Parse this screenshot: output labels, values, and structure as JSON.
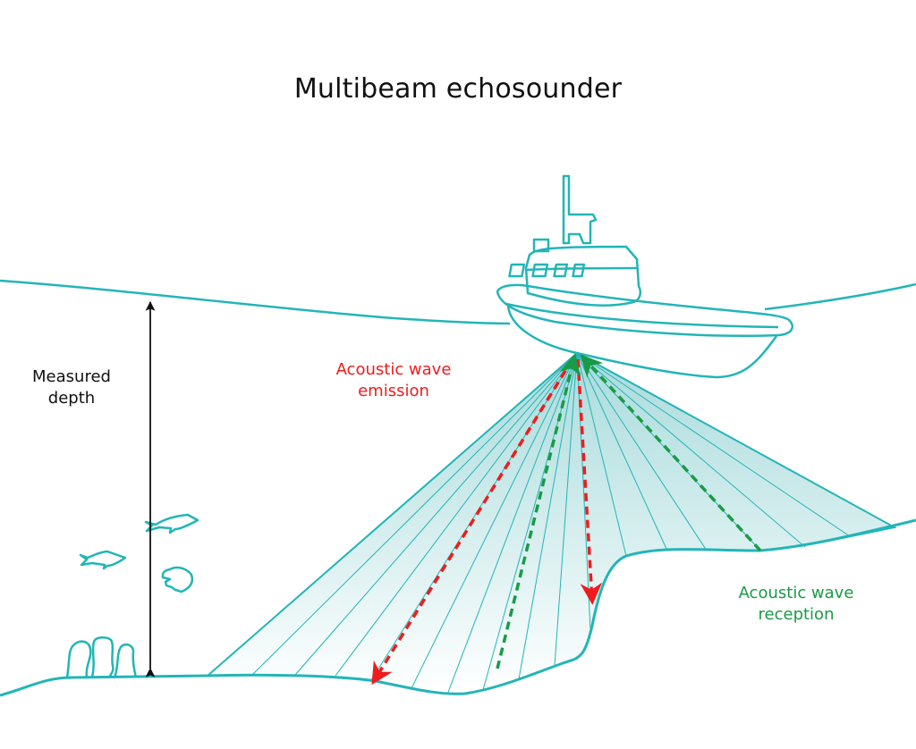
{
  "title": "Multibeam echosounder",
  "labels": {
    "measured_depth": "Measured depth",
    "emission": "Acoustic wave emission",
    "reception": "Acoustic wave reception"
  },
  "colors": {
    "outline": "#23b5b7",
    "emission": "#ee1c1c",
    "reception": "#1a9a46",
    "depth_arrow": "#111111",
    "beam_fill_top": "#a9dbdc",
    "beam_fill_bottom": "#ffffff"
  },
  "elements": {
    "boat": "survey-boat",
    "fish_count": 3,
    "seaweed_count": 3,
    "emission_arrows": 2,
    "reception_arrows": 2
  }
}
